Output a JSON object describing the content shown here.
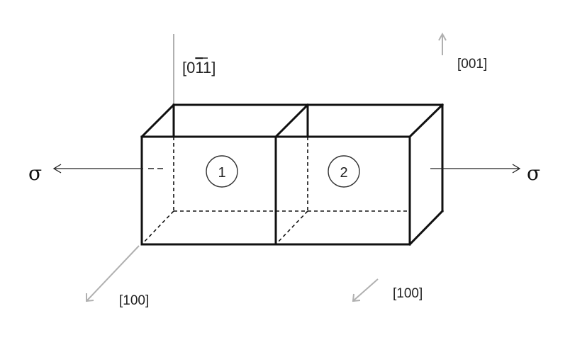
{
  "stress": {
    "left_symbol": "σ",
    "right_symbol": "σ"
  },
  "directions": {
    "vertical_left": {
      "prefix": "[0",
      "bar": "1",
      "suffix": "1]"
    },
    "vertical_right": "[001]",
    "front_left": "[100]",
    "front_right": "[100]"
  },
  "grains": [
    {
      "label": "1"
    },
    {
      "label": "2"
    }
  ],
  "colors": {
    "edge": "#111111",
    "axis_gray": "#b0b0b0",
    "text": "#222222"
  }
}
